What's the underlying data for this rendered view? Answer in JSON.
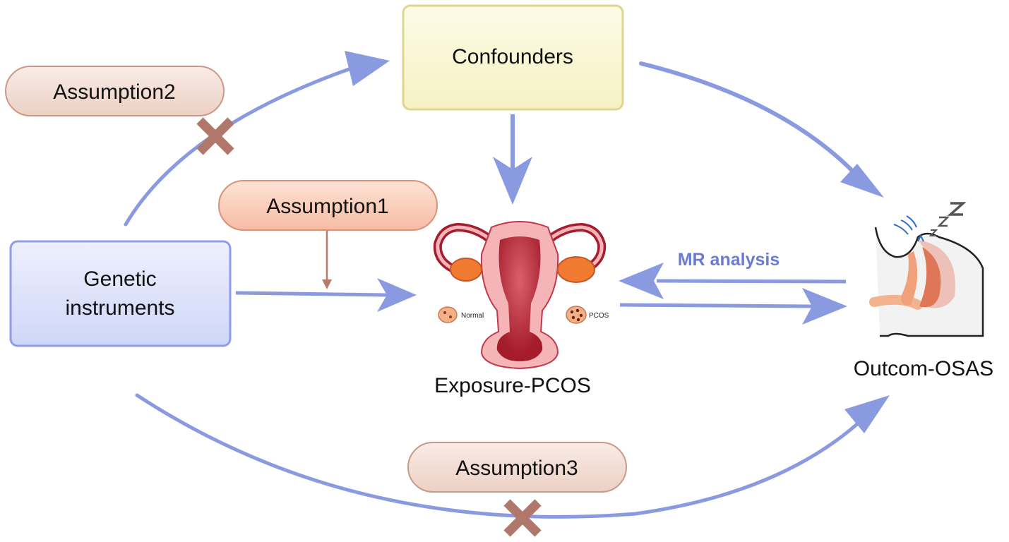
{
  "nodes": {
    "confounders": "Confounders",
    "genetic_line1": "Genetic",
    "genetic_line2": "instruments",
    "exposure": "Exposure-PCOS",
    "outcome": "Outcom-OSAS"
  },
  "assumptions": {
    "a1": "Assumption1",
    "a2": "Assumption2",
    "a3": "Assumption3"
  },
  "edges": {
    "mr_analysis": "MR analysis"
  },
  "ovary_labels": {
    "normal": "Normal",
    "pcos": "PCOS"
  },
  "colors": {
    "arrow_blue": "#8a9ae0",
    "mr_text": "#6a7bd6",
    "cross_brown": "#b0786a",
    "confounder_fill": "#fbf8d6",
    "confounder_border": "#ddd690",
    "genetic_fill": "#dde2fb",
    "genetic_border": "#8f9ce6"
  }
}
